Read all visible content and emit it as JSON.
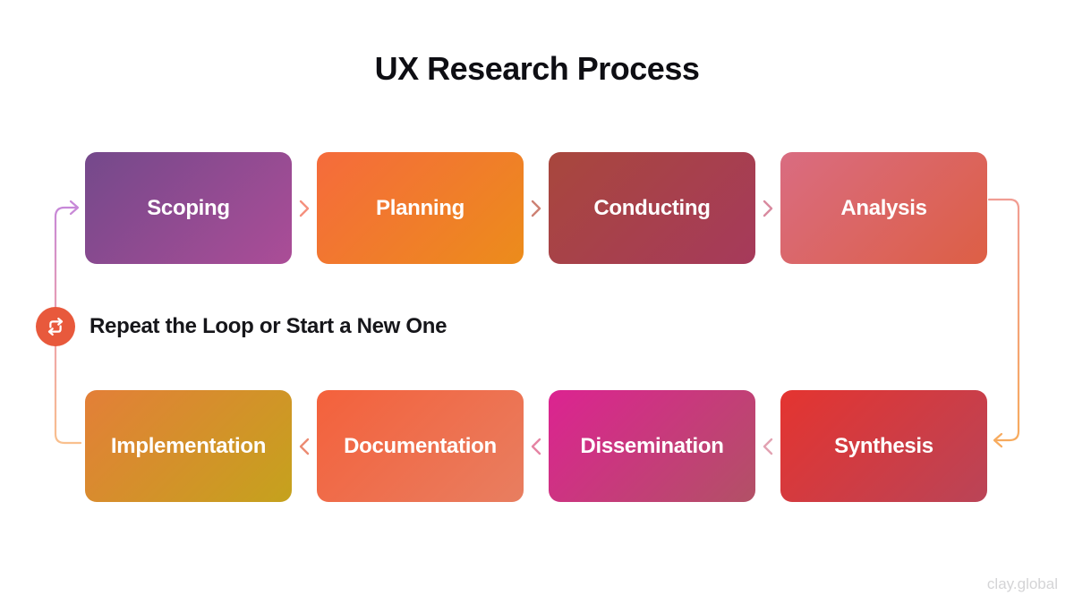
{
  "title": "UX Research Process",
  "watermark": "clay.global",
  "loop_note": {
    "icon": "repeat-icon",
    "text": "Repeat the Loop or Start a New One",
    "badge_color": "#e8593c",
    "icon_color": "#ffffff"
  },
  "rows": [
    {
      "name": "top",
      "direction": "left-to-right",
      "chevron_icon": "chevron-right-icon",
      "stages": [
        {
          "label": "Scoping",
          "colors": [
            "#74498b",
            "#ab4d97"
          ]
        },
        {
          "label": "Planning",
          "colors": [
            "#f56b3c",
            "#ec8c1b"
          ]
        },
        {
          "label": "Conducting",
          "colors": [
            "#a8473d",
            "#a63a5b"
          ]
        },
        {
          "label": "Analysis",
          "colors": [
            "#d96c81",
            "#dd5f45"
          ]
        }
      ],
      "chevron_colors": [
        "#f5907e",
        "#cd8173",
        "#d98a9f"
      ]
    },
    {
      "name": "bottom",
      "direction": "right-to-left",
      "chevron_icon": "chevron-left-icon",
      "stages": [
        {
          "label": "Implementation",
          "colors": [
            "#e37f38",
            "#c5a21d"
          ]
        },
        {
          "label": "Documentation",
          "colors": [
            "#f4613c",
            "#e87e60"
          ]
        },
        {
          "label": "Dissemination",
          "colors": [
            "#dc2391",
            "#b25166"
          ]
        },
        {
          "label": "Synthesis",
          "colors": [
            "#e43430",
            "#ba4457"
          ]
        }
      ],
      "chevron_colors": [
        "#ec8b72",
        "#e584a3",
        "#e2a2b2"
      ]
    }
  ],
  "connectors": {
    "left": {
      "top": "#c788d8",
      "mid": "#eda1ad",
      "bottom": "#f9c08d"
    },
    "right": {
      "top": "#f19d93",
      "bottom": "#f7ab5e"
    }
  }
}
